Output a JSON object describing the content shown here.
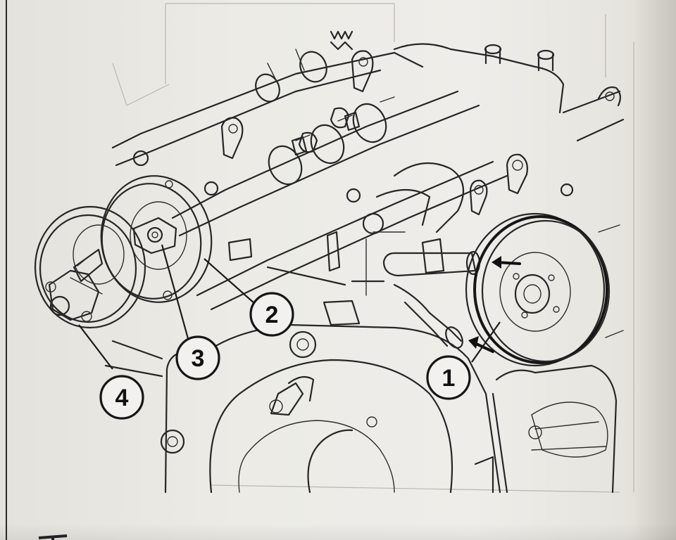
{
  "figure": {
    "callouts": [
      {
        "id": "callout-1",
        "label": "1"
      },
      {
        "id": "callout-2",
        "label": "2"
      },
      {
        "id": "callout-3",
        "label": "3"
      },
      {
        "id": "callout-4",
        "label": "4"
      }
    ]
  },
  "colors": {
    "paper": "#ecebe6",
    "ink": "#262626"
  }
}
